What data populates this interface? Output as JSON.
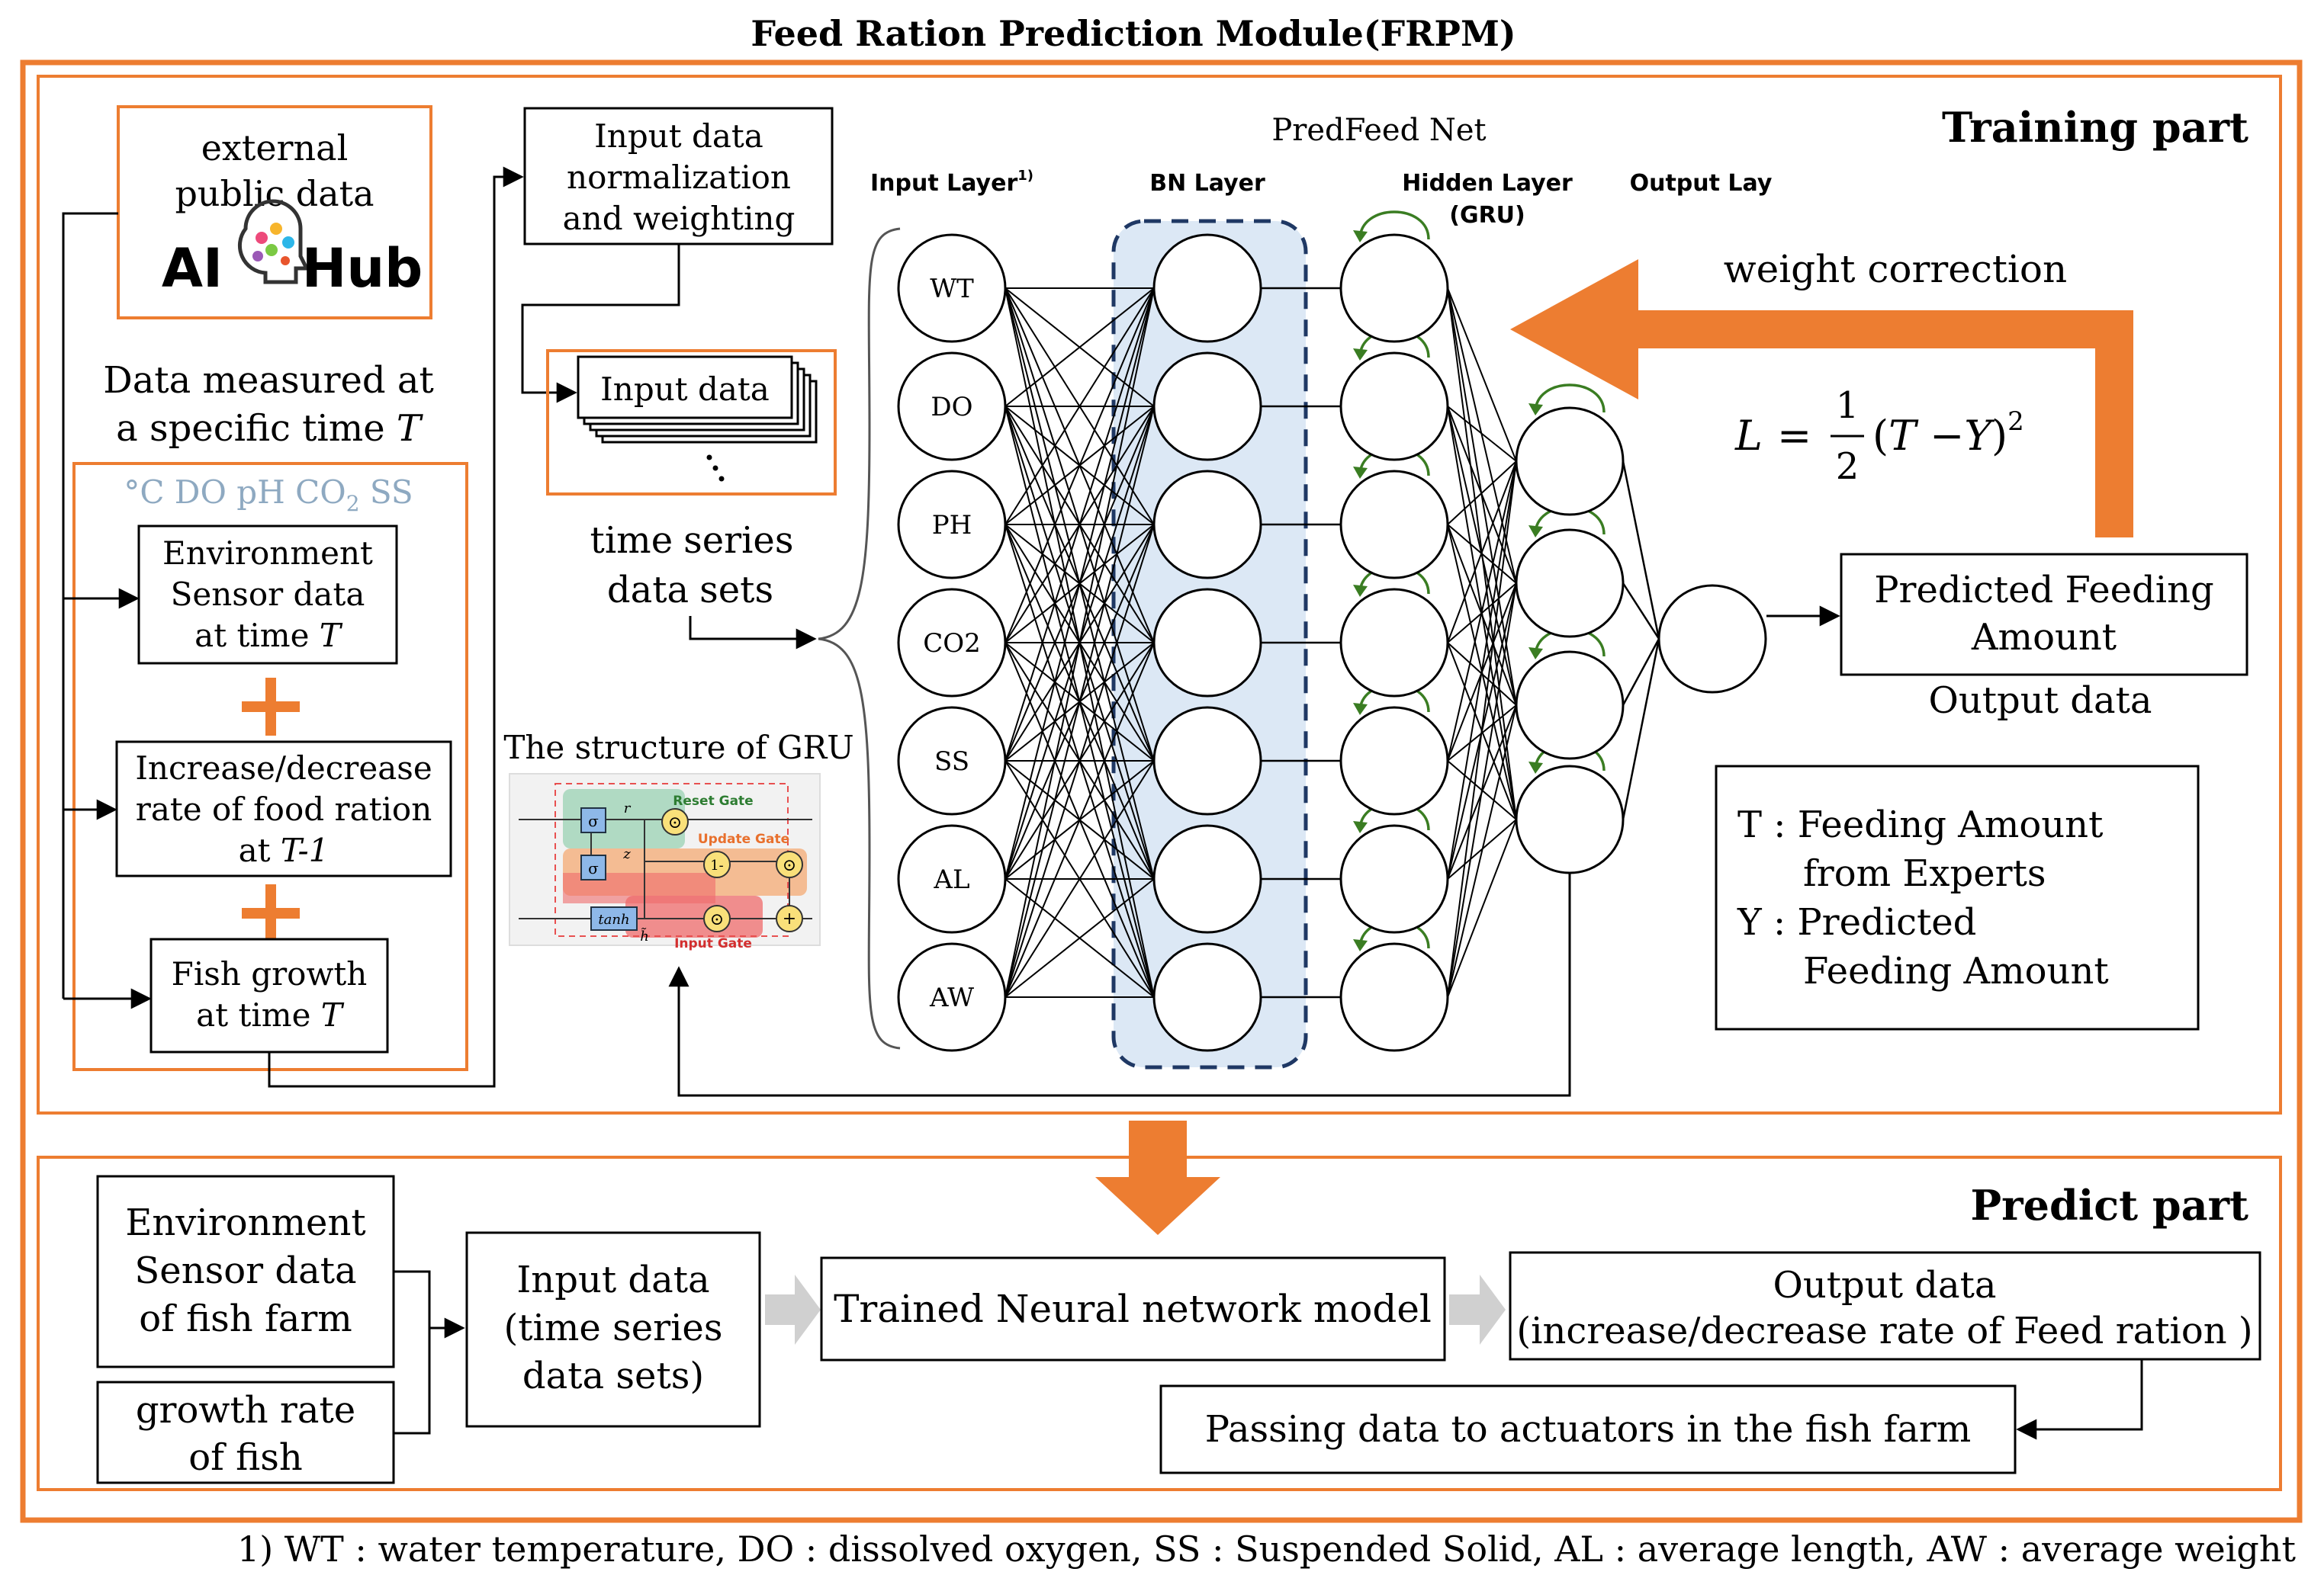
{
  "title": "Feed Ration Prediction Module(FRPM)",
  "training": {
    "label": "Training part",
    "ext_data": {
      "line1": "external",
      "line2": "public data",
      "logo_text_left": "AI",
      "logo_text_right": "Hub"
    },
    "measured": {
      "line1": "Data measured at",
      "line2_prefix": "a specific time ",
      "line2_var": "T"
    },
    "sensor_list": {
      "deg": "°C DO pH CO",
      "sub": "2",
      "rest": " SS"
    },
    "env_sensor": {
      "line1": "Environment",
      "line2": "Sensor data",
      "line3_prefix": "at time ",
      "line3_var": "T"
    },
    "rate": {
      "line1": "Increase/decrease",
      "line2": "rate of food ration",
      "line3_prefix": "at ",
      "line3_var": "T-1"
    },
    "growth": {
      "line1": "Fish growth",
      "line2_prefix": "at time ",
      "line2_var": "T"
    },
    "norm": {
      "line1": "Input data",
      "line2": "normalization",
      "line3": "and weighting"
    },
    "input_data": "Input data",
    "time_series": {
      "line1_a": "time",
      "line1_b": "series",
      "line2_a": "data",
      "line2_b": "sets"
    },
    "gru_structure": {
      "title": "The structure of GRU",
      "reset_gate": "Reset Gate",
      "update_gate": "Update Gate",
      "input_gate": "Input Gate",
      "sigma": "σ",
      "tanh": "tanh",
      "r": "r",
      "z": "z",
      "one_minus": "1-",
      "dot": "⊙",
      "plus": "+",
      "htilde": "h̃"
    },
    "net": {
      "name": "PredFeed Net",
      "input_layer": "Input Layer",
      "input_layer_sup": "1)",
      "bn_layer": "BN Layer",
      "hidden_layer_l1": "Hidden Layer",
      "hidden_layer_l2": "(GRU)",
      "output_layer": "Output Lay",
      "inputs": [
        "WT",
        "DO",
        "PH",
        "CO2",
        "SS",
        "AL",
        "AW"
      ]
    },
    "weight_correction": "weight correction",
    "loss": {
      "L": "L",
      "eq": "=",
      "num": "1",
      "den": "2",
      "body_open": "(",
      "T": "T",
      "minus": "−",
      "Y": "Y",
      "body_close": ")",
      "sup": "2"
    },
    "predicted": {
      "line1": "Predicted Feeding",
      "line2": "Amount"
    },
    "output_data": "Output data",
    "legend": {
      "t_line1": "T : Feeding Amount",
      "t_line2": "from Experts",
      "y_line1": "Y : Predicted",
      "y_line2": "Feeding Amount"
    }
  },
  "predict": {
    "label": "Predict part",
    "env": {
      "line1": "Environment",
      "line2": "Sensor data",
      "line3": "of fish farm"
    },
    "growth": {
      "line1": "growth rate",
      "line2": "of fish"
    },
    "input": {
      "line1": "Input data",
      "line2": "(time series",
      "line3": "data sets)"
    },
    "model": "Trained Neural network model",
    "output": {
      "line1": "Output data",
      "line2": "(increase/decrease rate of Feed ration )"
    },
    "passing": "Passing data to actuators in the fish farm"
  },
  "footnote": "1) WT : water temperature, DO : dissolved oxygen, SS : Suspended Solid, AL : average length, AW : average weight",
  "colors": {
    "orange": "#ED7D31",
    "bn_fill": "#DCE8F5",
    "bn_dash": "#1F3864",
    "green_arc": "#3A7D22",
    "sensor_text": "#8EA9C1",
    "arrow_gray": "#D0D0D0"
  }
}
